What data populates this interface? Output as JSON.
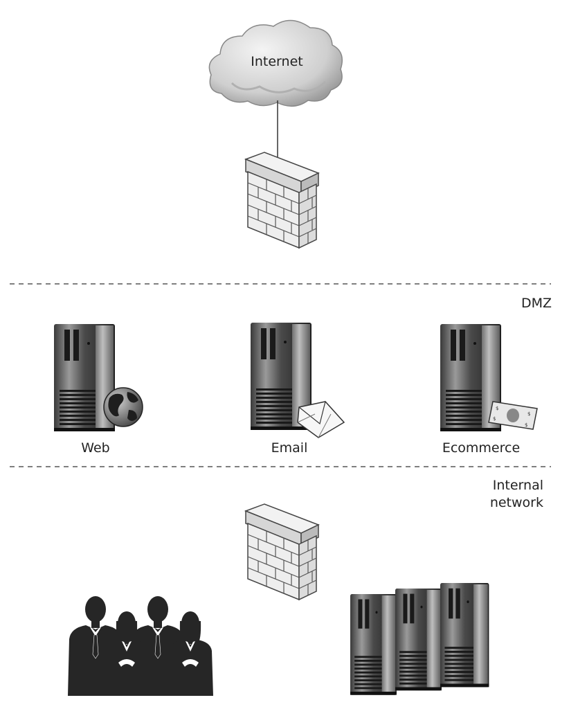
{
  "labels": {
    "internet": "Internet",
    "dmz": "DMZ",
    "internal_line1": "Internal",
    "internal_line2": "network",
    "web": "Web",
    "email": "Email",
    "ecommerce": "Ecommerce"
  },
  "icons": [
    "cloud-icon",
    "firewall-icon",
    "server-icon",
    "globe-icon",
    "envelope-icon",
    "money-icon",
    "people-icon"
  ],
  "colors": {
    "line": "#555555",
    "server_dark": "#2a2a2a",
    "wall": "#e6e6e6"
  }
}
